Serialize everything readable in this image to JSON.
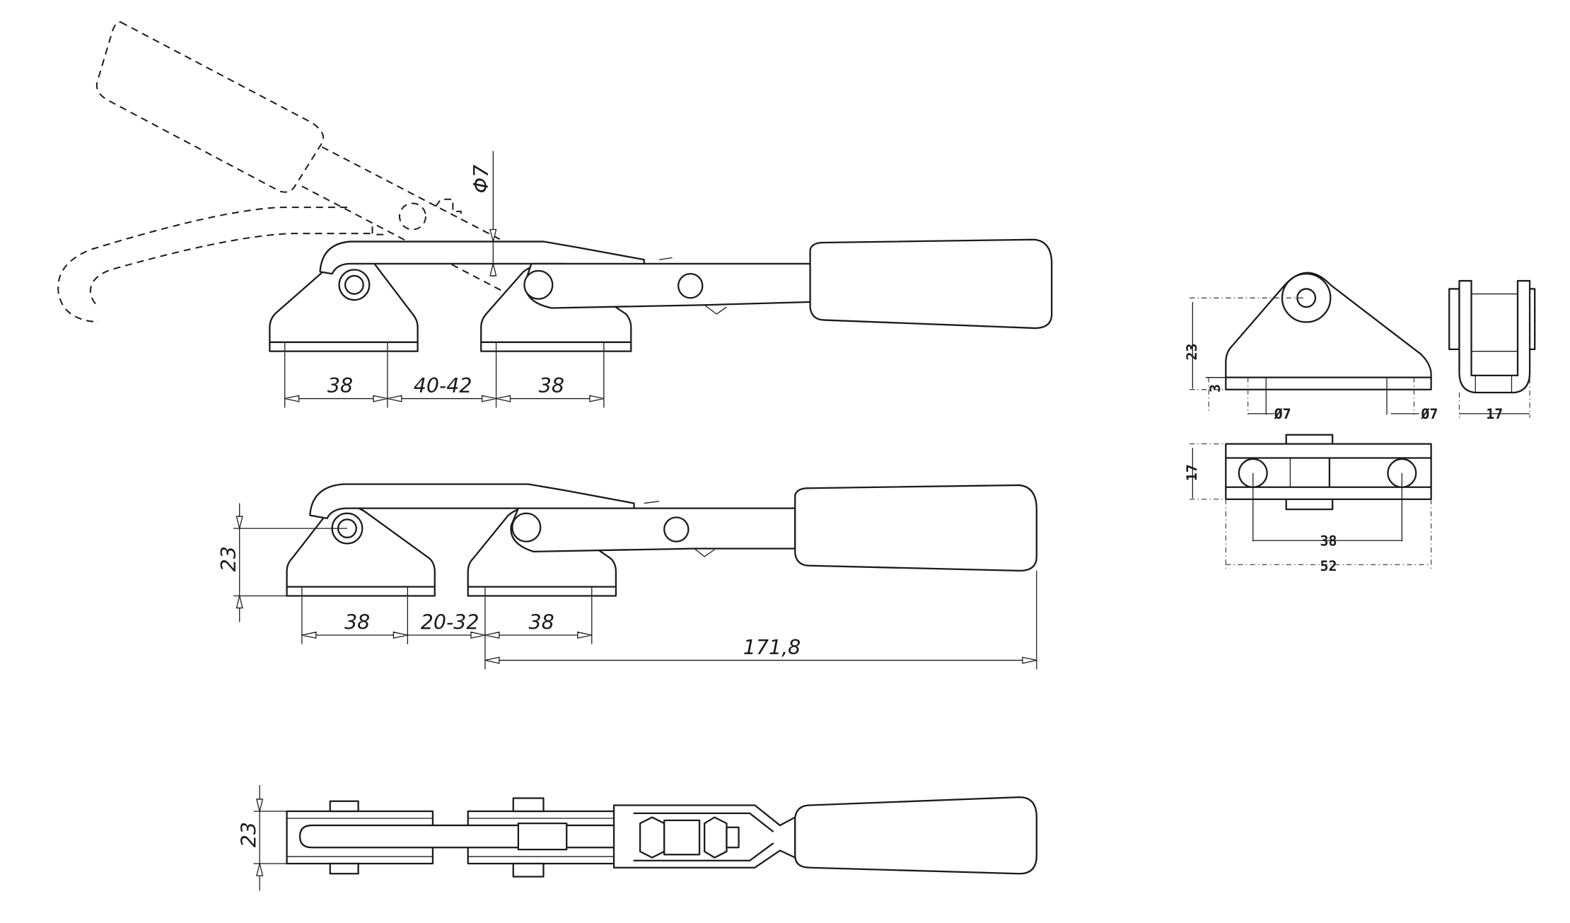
{
  "view_side_open": {
    "dims": {
      "left_base": "38",
      "spacing": "40-42",
      "right_base": "38",
      "pin_diameter": "Φ7"
    }
  },
  "view_side_closed": {
    "dims": {
      "height": "23",
      "left_base": "38",
      "spacing": "20-32",
      "right_base": "38",
      "overall_length": "171,8"
    }
  },
  "view_top": {
    "dims": {
      "height": "23"
    }
  },
  "detail_base": {
    "dims": {
      "height": "23",
      "plate_thickness": "3",
      "hole_left": "Ø7",
      "hole_right": "Ø7",
      "side_width": "17",
      "top_width": "17",
      "hole_spacing": "38",
      "overall_width": "52"
    }
  }
}
